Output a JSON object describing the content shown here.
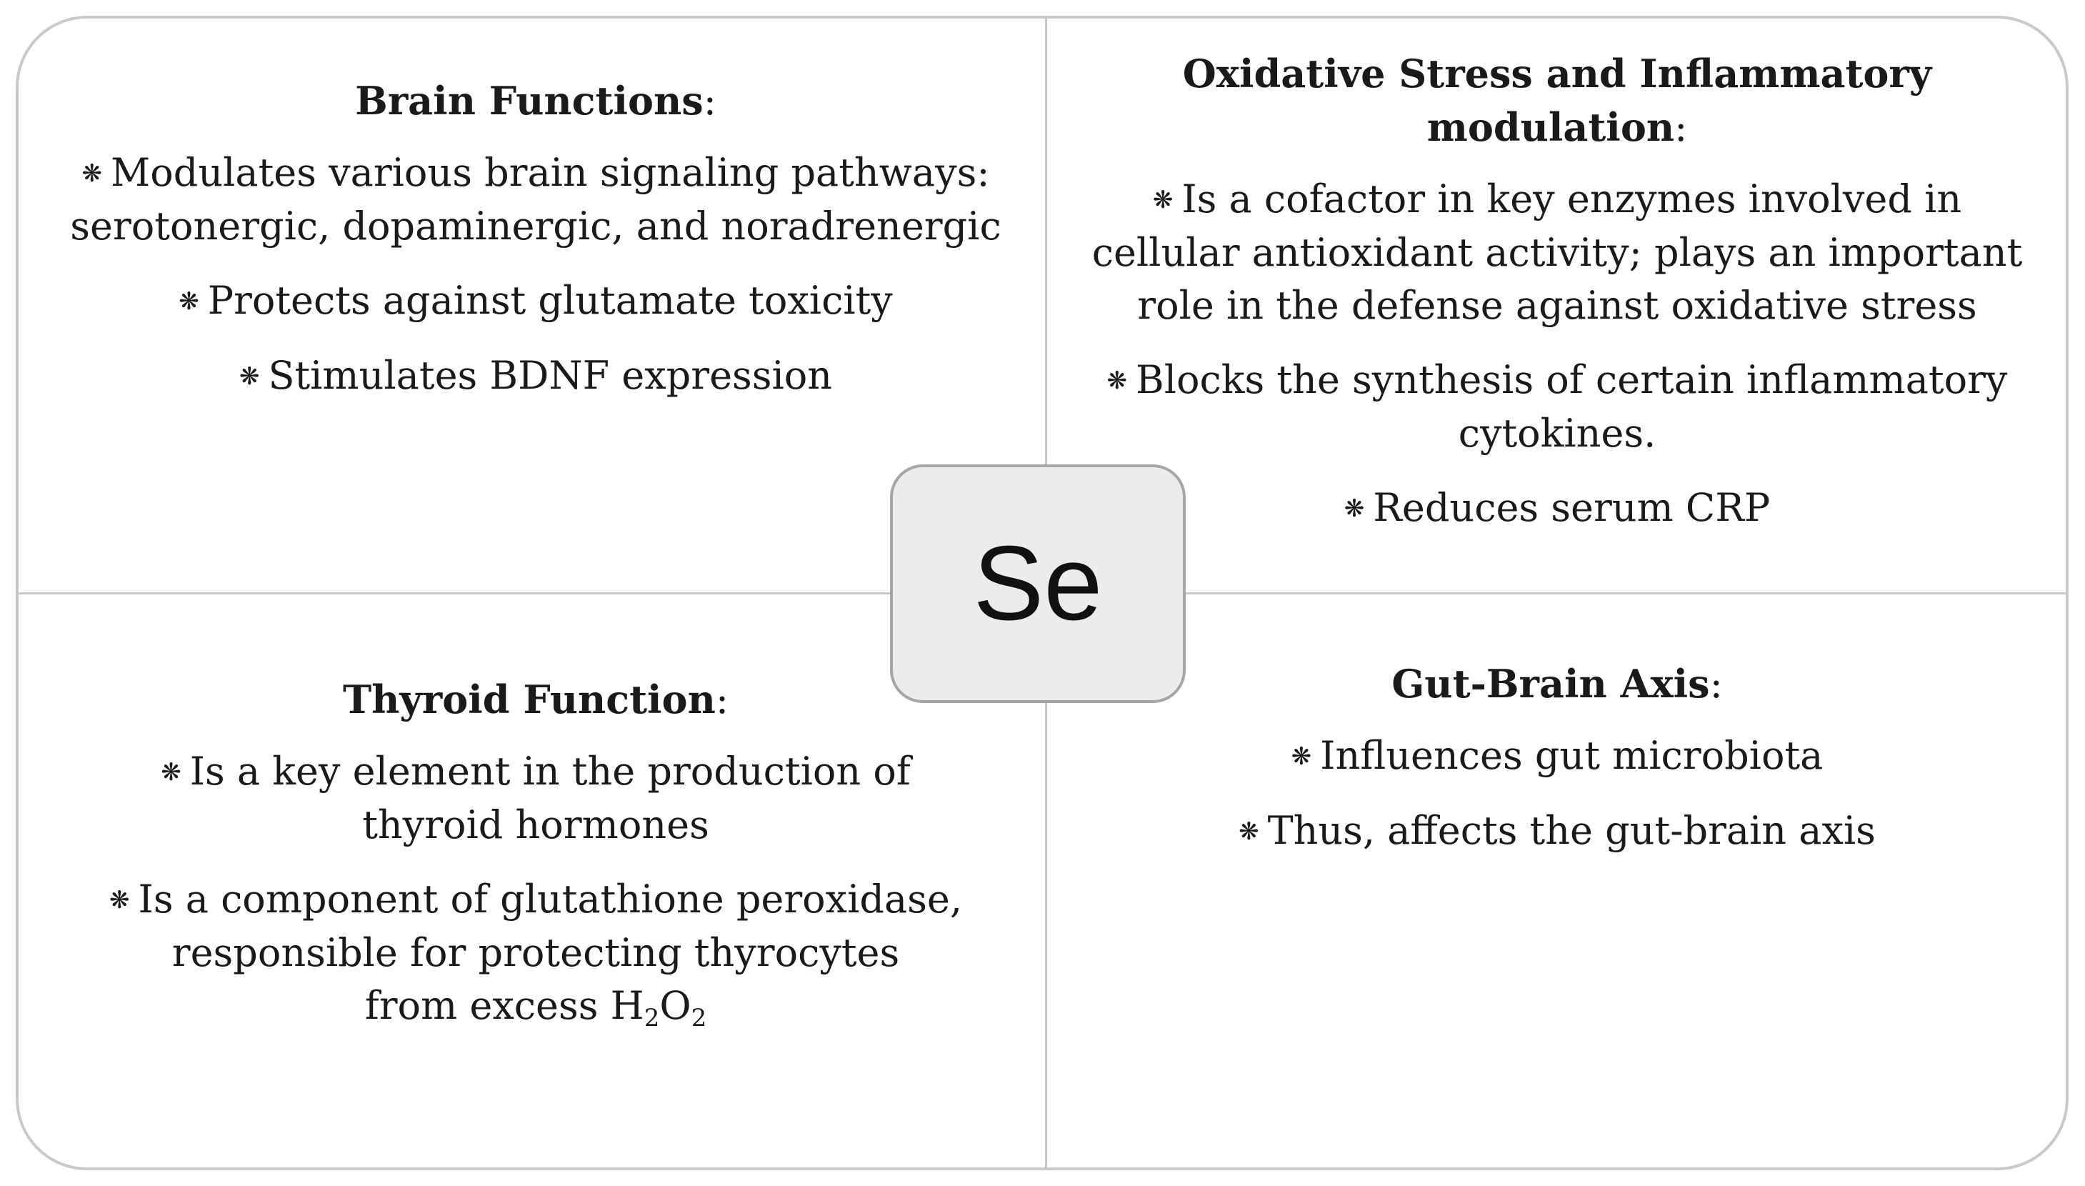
{
  "center": {
    "label": "Se"
  },
  "quadrants": {
    "brain": {
      "title": "Brain Functions",
      "items": [
        [
          "Modulates various brain signaling pathways:",
          "serotonergic, dopaminergic, and noradrenergic"
        ],
        [
          "Protects against glutamate toxicity"
        ],
        [
          "Stimulates BDNF expression"
        ]
      ]
    },
    "oxidative": {
      "title_line1": "Oxidative Stress and Inflammatory",
      "title_line2": "modulation",
      "items": [
        [
          "Is a cofactor in key enzymes involved in",
          "cellular antioxidant activity; plays an important",
          "role in the defense against oxidative stress"
        ],
        [
          "Blocks the synthesis of certain inflammatory",
          "cytokines."
        ],
        [
          "Reduces serum CRP"
        ]
      ]
    },
    "thyroid": {
      "title": "Thyroid Function",
      "items": [
        [
          "Is a key element in the production of",
          "thyroid hormones"
        ]
      ],
      "peroxidase": {
        "line1": "Is a component of glutathione peroxidase,",
        "line2": "responsible for protecting thyrocytes",
        "line3_prefix": "from excess H",
        "sub1": "2",
        "mid": "O",
        "sub2": "2"
      }
    },
    "gut": {
      "title": "Gut-Brain Axis",
      "items": [
        [
          "Influences gut microbiota"
        ],
        [
          "Thus, affects the gut-brain axis"
        ]
      ]
    }
  },
  "bullet_char": "❋",
  "title_suffix": ":",
  "colors": {
    "border": "#c9c9c9",
    "center_fill": "#ececec",
    "center_border": "#a6a6a6",
    "text": "#1a1a1a"
  }
}
